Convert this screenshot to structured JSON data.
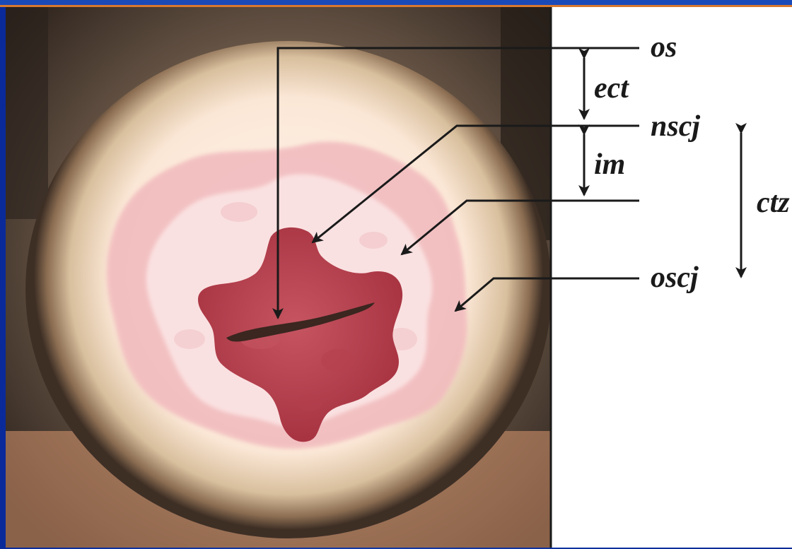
{
  "labels": {
    "os": "os",
    "ect": "ect",
    "nscj": "nscj",
    "im": "im",
    "ctz": "ctz",
    "oscj": "oscj"
  },
  "colors": {
    "slide_background": "#0d2a8c",
    "accent_bar": "#d8782e",
    "tissue_red": "#b8414c",
    "ink": "#1a1a1a"
  }
}
